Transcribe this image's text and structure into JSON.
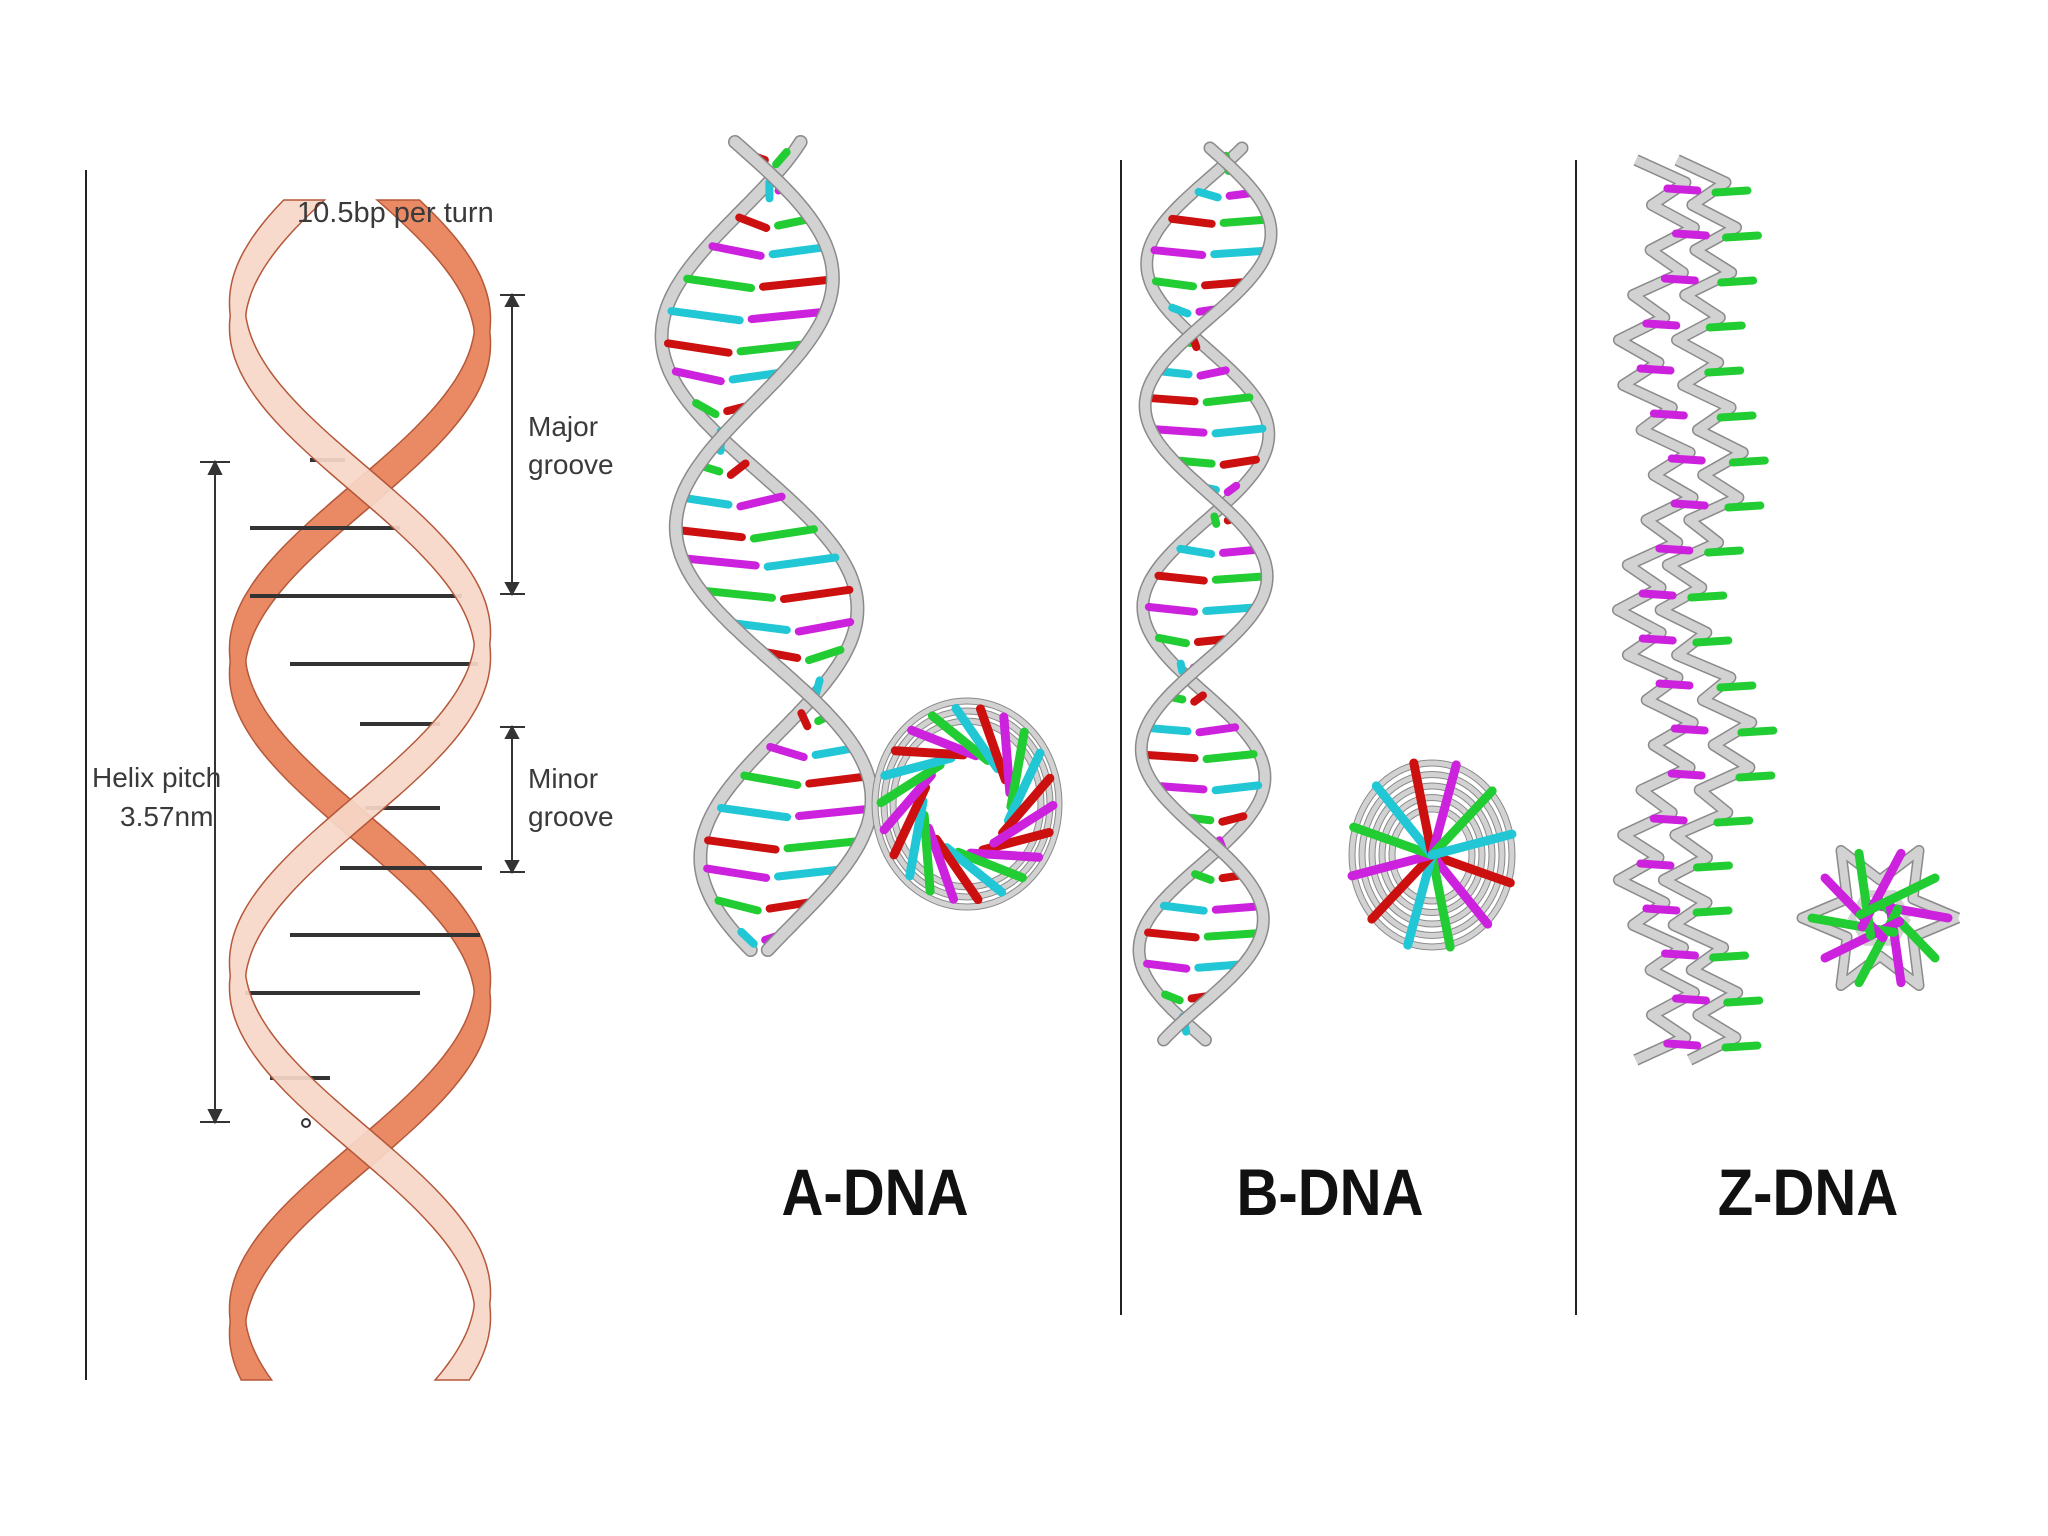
{
  "colors": {
    "ribbon_front": "#f6d7c8",
    "ribbon_back": "#e98a64",
    "ribbon_stroke": "#b5583a",
    "base_pair": "#333333",
    "backbone": "#d2d2d2",
    "backbone_dark": "#8a8a8a",
    "base_red": "#cc1010",
    "base_magenta": "#cc22dd",
    "base_green": "#22cc33",
    "base_cyan": "#22c7d6",
    "divider": "#222222"
  },
  "schematic": {
    "bp_per_turn": "10.5bp per turn",
    "major_groove": [
      "Major",
      "groove"
    ],
    "minor_groove": [
      "Minor",
      "groove"
    ],
    "helix_pitch": [
      "Helix pitch",
      "3.57nm"
    ]
  },
  "forms": [
    {
      "label": "A-DNA",
      "colors": [
        "red",
        "magenta",
        "green",
        "cyan"
      ]
    },
    {
      "label": "B-DNA",
      "colors": [
        "red",
        "magenta",
        "green",
        "cyan"
      ]
    },
    {
      "label": "Z-DNA",
      "colors": [
        "magenta",
        "green"
      ]
    }
  ]
}
